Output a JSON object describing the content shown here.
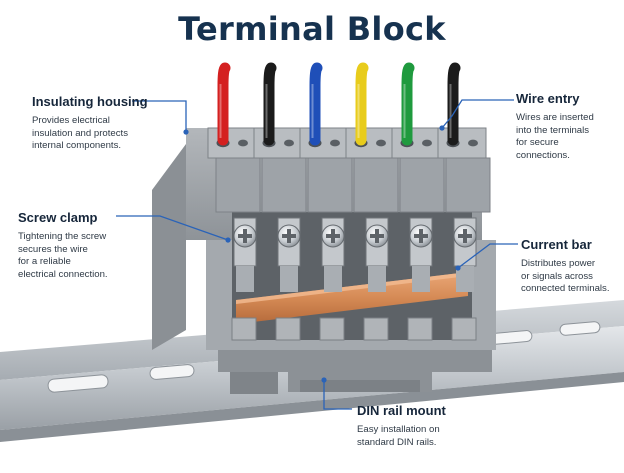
{
  "title": "Terminal Block",
  "callouts": {
    "insulating_housing": {
      "label": "Insulating housing",
      "description": "Provides electrical\ninsulation and protects\ninternal components."
    },
    "wire_entry": {
      "label": "Wire entry",
      "description": "Wires are inserted\ninto the terminals\nfor secure\nconnections."
    },
    "screw_clamp": {
      "label": "Screw clamp",
      "description": "Tightening the screw\nsecures the wire\nfor a reliable\nelectrical connection."
    },
    "current_bar": {
      "label": "Current bar",
      "description": "Distributes power\nor signals across\nconnected terminals."
    },
    "din_rail_mount": {
      "label": "DIN rail mount",
      "description": "Easy installation on\nstandard DIN rails."
    }
  },
  "wire_colors": [
    "#d42020",
    "#1b1b1b",
    "#1f4fb8",
    "#e8cc1c",
    "#1f9a3e",
    "#1b1b1b"
  ],
  "colors": {
    "housing": "#9ea3a8",
    "housing_dark": "#7d8287",
    "housing_light": "#b9bdc1",
    "copper": "#d7905e",
    "rail": "#c9ced3",
    "leader": "#2a63b8",
    "title": "#16324f"
  }
}
